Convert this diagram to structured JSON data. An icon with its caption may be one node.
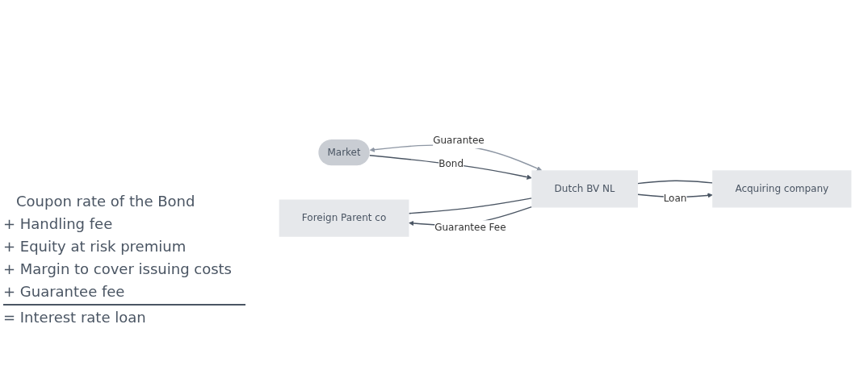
{
  "diagram": {
    "nodes": [
      {
        "text": [
          "Foreign Parent co"
        ]
      },
      {
        "text": [
          "Market"
        ]
      },
      {
        "text": [
          "Dutch BV NL"
        ]
      },
      {
        "text": [
          "Acquiring company"
        ]
      }
    ],
    "edges": [
      {
        "from": 1,
        "to": 2,
        "label": "Guarantee",
        "arrow": "both",
        "color": "#8e97a4"
      },
      {
        "from": 1,
        "to": 2,
        "label": "Bond",
        "arrow": "to"
      },
      {
        "from": 0,
        "to": 2,
        "arrow": "none"
      },
      {
        "from": 2,
        "to": 0,
        "label": "Guarantee Fee",
        "arrow": "to"
      },
      {
        "from": 2,
        "to": 3,
        "arrow": "none"
      },
      {
        "from": 2,
        "to": 3,
        "label": "Loan",
        "arrow": "to"
      }
    ],
    "labels": [
      "Coupon rate of the Bond",
      "+ Handling fee",
      "+ Equity at risk premium",
      "+ Margin to cover issuing costs",
      "+ Guarantee fee",
      "= Interest rate loan"
    ]
  }
}
